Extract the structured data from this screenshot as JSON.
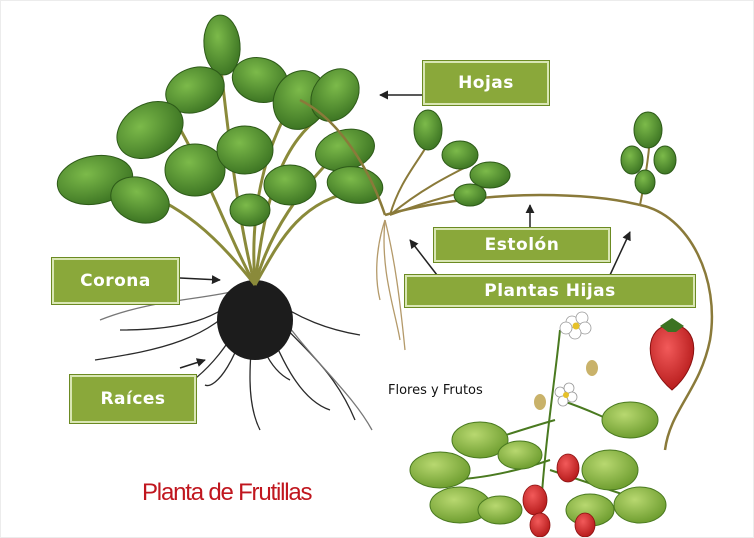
{
  "labels": {
    "hojas": "Hojas",
    "estolon": "Estolón",
    "plantas_hijas": "Plantas Hijas",
    "corona": "Corona",
    "raices": "Raíces"
  },
  "caption": "Flores y Frutos",
  "title": "Planta de Frutillas",
  "colors": {
    "label_fill": "#8aa83a",
    "title_red": "#c0161e",
    "leaf_green": "#4f8a2e",
    "stem": "#8a7a3a",
    "berry": "#d42a2a"
  }
}
